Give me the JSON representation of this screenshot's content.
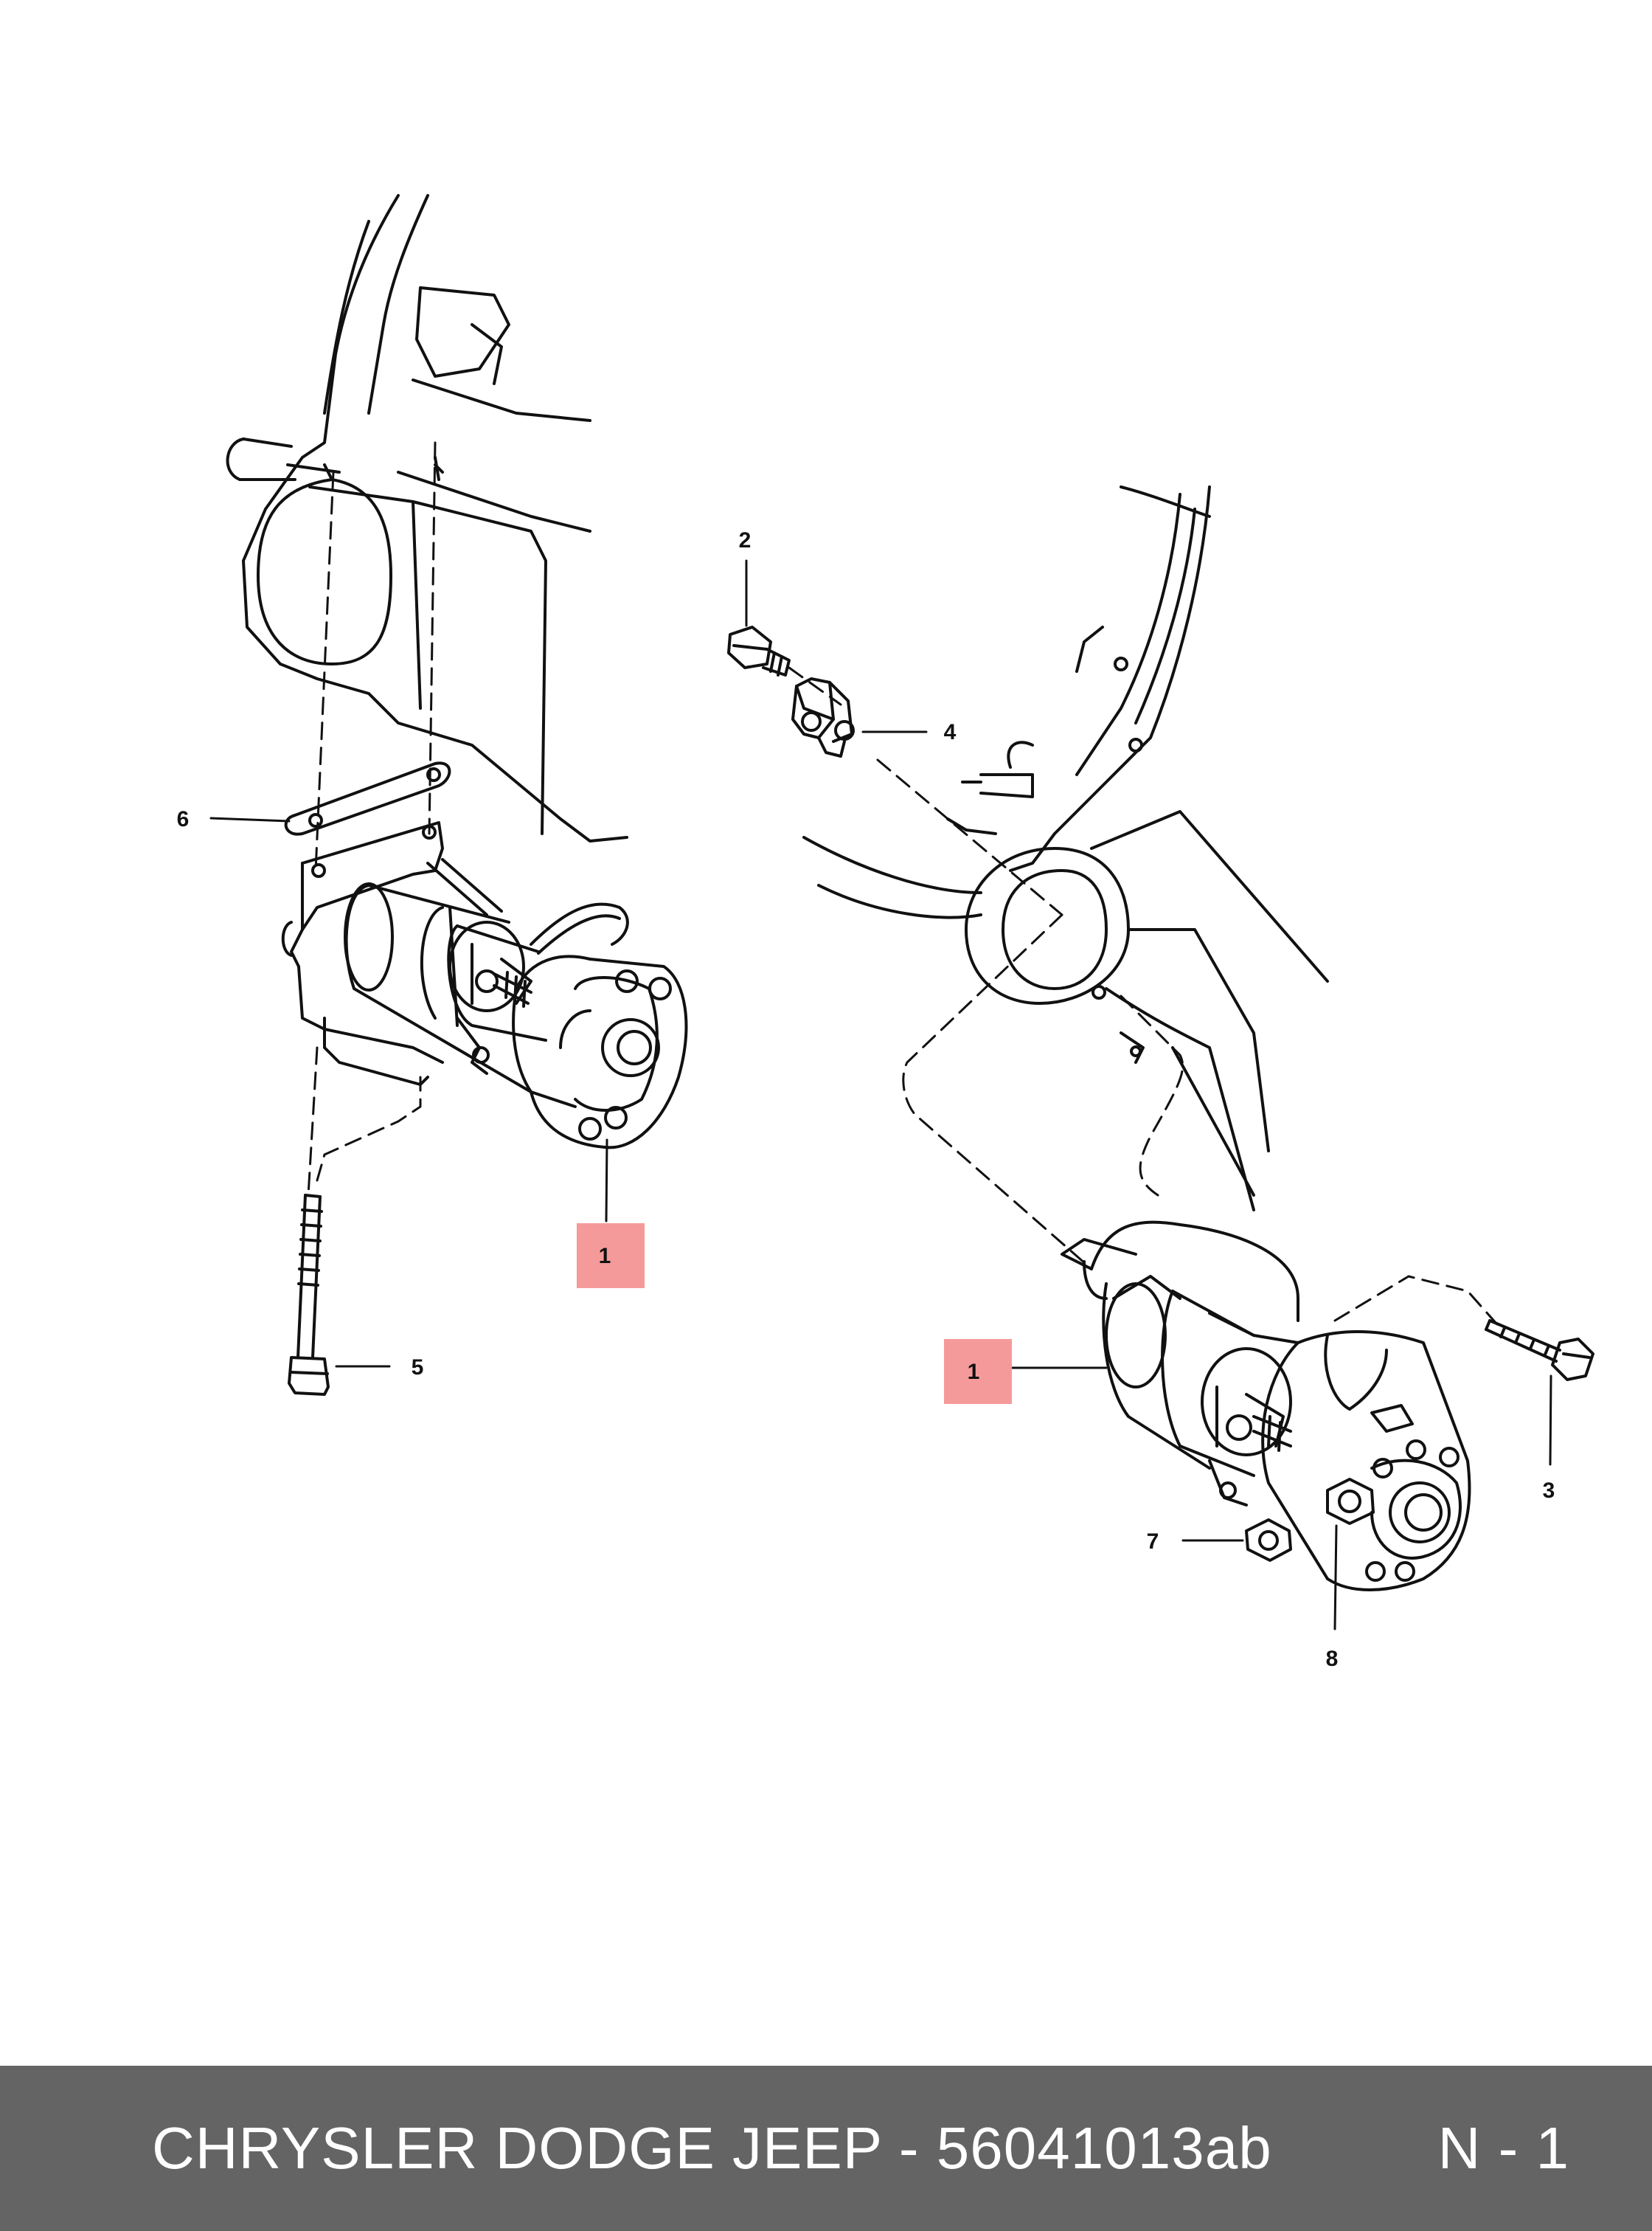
{
  "callouts": {
    "part_1_left": "1",
    "part_1_right": "1",
    "part_2": "2",
    "part_3": "3",
    "part_4": "4",
    "part_5": "5",
    "part_6": "6",
    "part_7": "7",
    "part_8": "8"
  },
  "colors": {
    "highlight": "#f59a9a",
    "line": "#111111",
    "footer_background": "#646464",
    "footer_text": "#ffffff"
  },
  "footer": {
    "title": "CHRYSLER DODGE JEEP - 56041013ab",
    "page": "N - 1"
  }
}
